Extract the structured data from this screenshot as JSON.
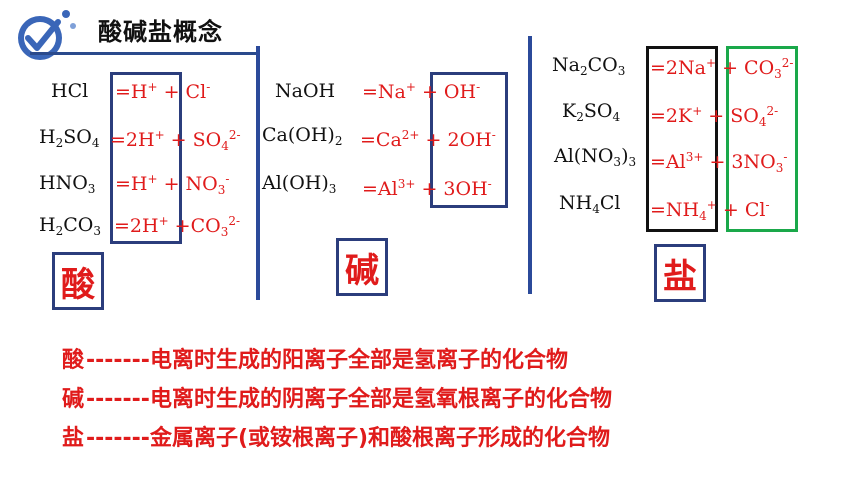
{
  "title": "酸碱盐概念",
  "colors": {
    "red": "#e01b1b",
    "blue_box": "#2b3d7c",
    "green_box": "#1aa84a",
    "black_box": "#111111"
  },
  "acid": {
    "label": "酸",
    "rows": [
      {
        "name": "HCl",
        "rhs": "=H⁺ + Cl⁻"
      },
      {
        "name": "H₂SO₄",
        "rhs": "=2H⁺ + SO₄²⁻"
      },
      {
        "name": "HNO₃",
        "rhs": "=H⁺ + NO₃⁻"
      },
      {
        "name": "H₂CO₃",
        "rhs": "=2H⁺ +CO₃²⁻"
      }
    ]
  },
  "base": {
    "label": "碱",
    "rows": [
      {
        "name": "NaOH",
        "rhs": "=Na⁺ + OH⁻"
      },
      {
        "name": "Ca(OH)₂",
        "rhs": "=Ca²⁺ + 2OH⁻"
      },
      {
        "name": "Al(OH)₃",
        "rhs": "=Al³⁺ + 3OH⁻"
      }
    ]
  },
  "salt": {
    "label": "盐",
    "rows": [
      {
        "name": "Na₂CO₃",
        "rhs": "=2Na⁺ + CO₃²⁻"
      },
      {
        "name": "K₂SO₄",
        "rhs": "=2K⁺ + SO₄²⁻"
      },
      {
        "name": "Al(NO₃)₃",
        "rhs": "=Al³⁺ + 3NO₃⁻"
      },
      {
        "name": "NH₄Cl",
        "rhs": "=NH₄⁺ + Cl⁻"
      }
    ]
  },
  "definitions": [
    {
      "term": "酸",
      "dashes": "-------",
      "text": "电离时生成的阳离子全部是氢离子的化合物"
    },
    {
      "term": "碱",
      "dashes": "-------",
      "text": "电离时生成的阴离子全部是氢氧根离子的化合物"
    },
    {
      "term": "盐",
      "dashes": "-------",
      "text": "金属离子(或铵根离子)和酸根离子形成的化合物"
    }
  ]
}
